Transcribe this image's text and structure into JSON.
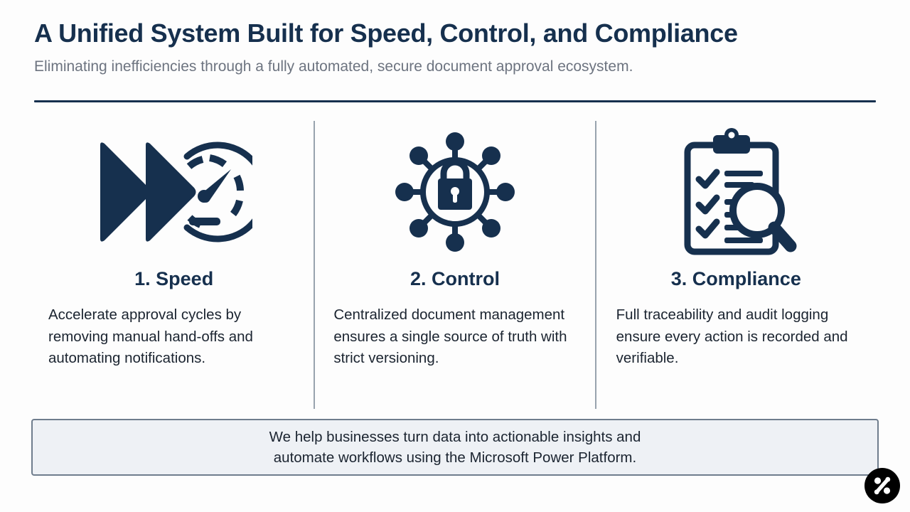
{
  "header": {
    "title": "A Unified System Built for Speed, Control, and Compliance",
    "subtitle": "Eliminating inefficiencies through a fully automated, secure document approval ecosystem."
  },
  "columns": [
    {
      "icon": "speed-gauge-icon",
      "heading": "1. Speed",
      "body": "Accelerate approval cycles by removing manual hand-offs and automating notifications."
    },
    {
      "icon": "network-lock-icon",
      "heading": "2. Control",
      "body": "Centralized document management ensures a single source of truth with strict versioning."
    },
    {
      "icon": "clipboard-audit-icon",
      "heading": "3. Compliance",
      "body": "Full traceability and audit logging ensure every action is recorded and verifiable."
    }
  ],
  "callout": {
    "line1": "We help businesses turn data into actionable insights and",
    "line2": "automate workflows using the Microsoft Power Platform."
  },
  "logo": {
    "name": "percent-mark-logo"
  },
  "colors": {
    "navy": "#16304e",
    "subtitle_gray": "#6d7480",
    "body_text": "#1b2430",
    "divider": "#98a3ae",
    "callout_fill": "#eef1f5",
    "callout_border": "#6f7d8d",
    "background": "#fdfdfd",
    "logo_background": "#000000"
  }
}
